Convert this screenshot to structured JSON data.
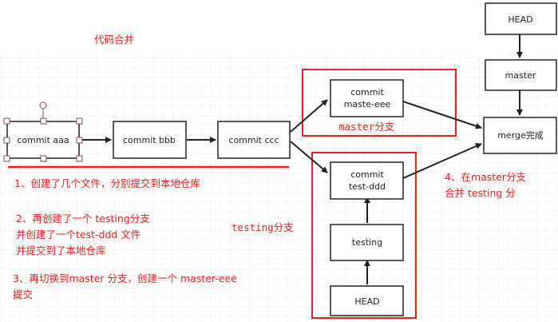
{
  "title": "代码合并",
  "nodes": {
    "commit_aaa": "commit aaa",
    "commit_bbb": "commit bbb",
    "commit_ccc": "commit ccc",
    "commit_master": [
      "commit",
      "maste-eee"
    ],
    "commit_test": [
      "commit",
      "test-ddd"
    ],
    "testing": "testing",
    "head_bottom": "HEAD",
    "head_top": "HEAD",
    "master": "master",
    "merge": "merge完成"
  },
  "branch_labels": {
    "master": "master分支",
    "testing": "testing分支"
  },
  "notes": {
    "step1": "1、创建了几个文件，分别提交到本地仓库",
    "step2": [
      "2、再创建了一个 testing分支",
      "并创建了一个test-ddd 文件",
      "并提交到了本地仓库"
    ],
    "step3": [
      "3、再切换到master 分支，创建一个 master-eee",
      "提交"
    ],
    "step4": [
      "4、在master分支",
      "合并 testing 分"
    ]
  },
  "colors": {
    "annotation": "#e8211d",
    "node_border": "#222222",
    "arrow": "#222222",
    "handles": "#8a4a52"
  }
}
